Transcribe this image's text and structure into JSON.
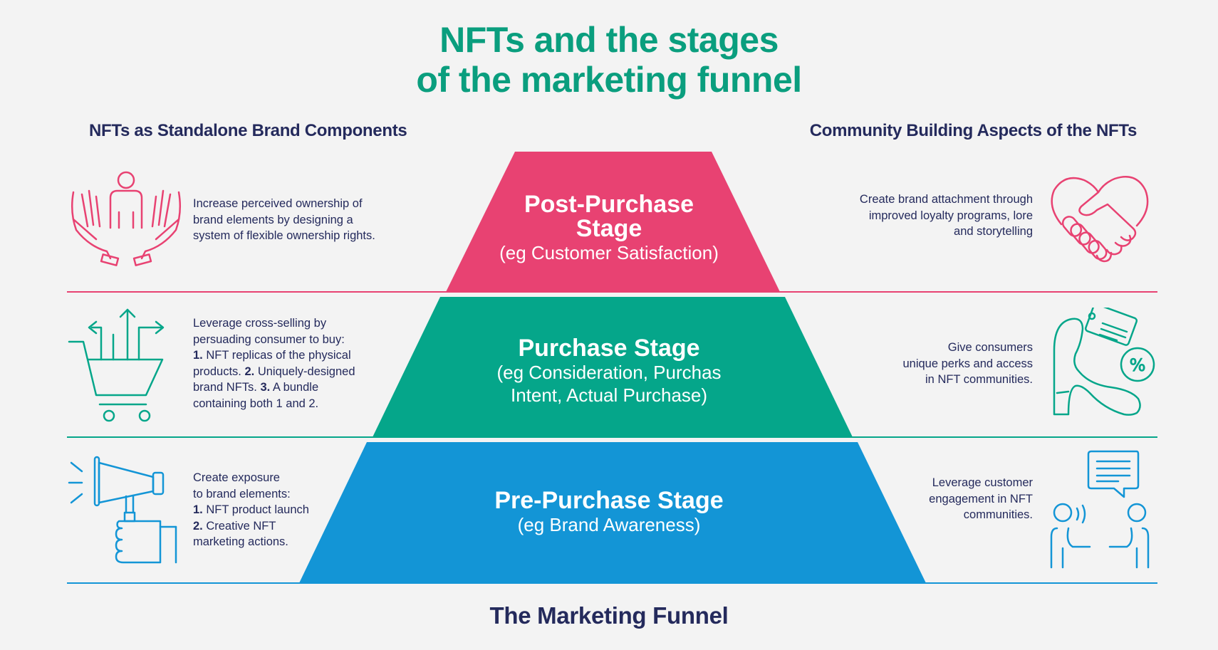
{
  "title": {
    "line1": "NFTs and the stages",
    "line2": "of the marketing funnel"
  },
  "columns": {
    "left_heading": "NFTs as Standalone Brand Components",
    "right_heading": "Community Building Aspects of the NFTs"
  },
  "stages": [
    {
      "name_line1": "Post-Purchase",
      "name_line2": "Stage",
      "sub_line1": "(eg Customer Satisfaction)",
      "sub_line2": "",
      "color": "#e84272"
    },
    {
      "name_line1": "Purchase Stage",
      "name_line2": "",
      "sub_line1": "(eg Consideration, Purchas",
      "sub_line2": "Intent, Actual Purchase)",
      "color": "#05a68a"
    },
    {
      "name_line1": "Pre-Purchase Stage",
      "name_line2": "",
      "sub_line1": "(eg Brand Awareness)",
      "sub_line2": "",
      "color": "#1395d6"
    }
  ],
  "left_items": {
    "post": {
      "line1": "Increase perceived ownership of",
      "line2": "brand elements by designing a",
      "line3": "system of flexible ownership rights."
    },
    "purchase": {
      "line1": "Leverage cross-selling by",
      "line2": "persuading consumer to buy:",
      "num1": "1.",
      "line3": " NFT replicas of the physical",
      "line4a": "products. ",
      "num2": "2.",
      "line4b": " Uniquely-designed",
      "line5a": "brand NFTs. ",
      "num3": "3.",
      "line5b": " A bundle",
      "line6": "containing both 1 and 2."
    },
    "pre": {
      "line1": "Create exposure",
      "line2": "to brand elements:",
      "num1": "1.",
      "line3": " NFT product launch",
      "num2": "2.",
      "line4": " Creative NFT",
      "line5": "marketing actions."
    }
  },
  "right_items": {
    "post": {
      "line1": "Create brand attachment through",
      "line2": "improved loyalty programs, lore",
      "line3": "and storytelling"
    },
    "purchase": {
      "line1": "Give consumers",
      "line2": "unique perks and access",
      "line3": "in NFT communities."
    },
    "pre": {
      "line1": "Leverage customer",
      "line2": "engagement in NFT",
      "line3": "communities."
    }
  },
  "footer": "The Marketing Funnel",
  "colors": {
    "title": "#0a9e7e",
    "heading": "#242a5c",
    "pink": "#e84272",
    "green": "#05a68a",
    "blue": "#1395d6"
  },
  "icons": {
    "left_post": "hands-holding-person-icon",
    "left_purchase": "shopping-cart-arrows-icon",
    "left_pre": "megaphone-hand-icon",
    "right_post": "handshake-heart-icon",
    "right_purchase": "shoe-discount-tag-icon",
    "right_pre": "people-chat-icon"
  }
}
